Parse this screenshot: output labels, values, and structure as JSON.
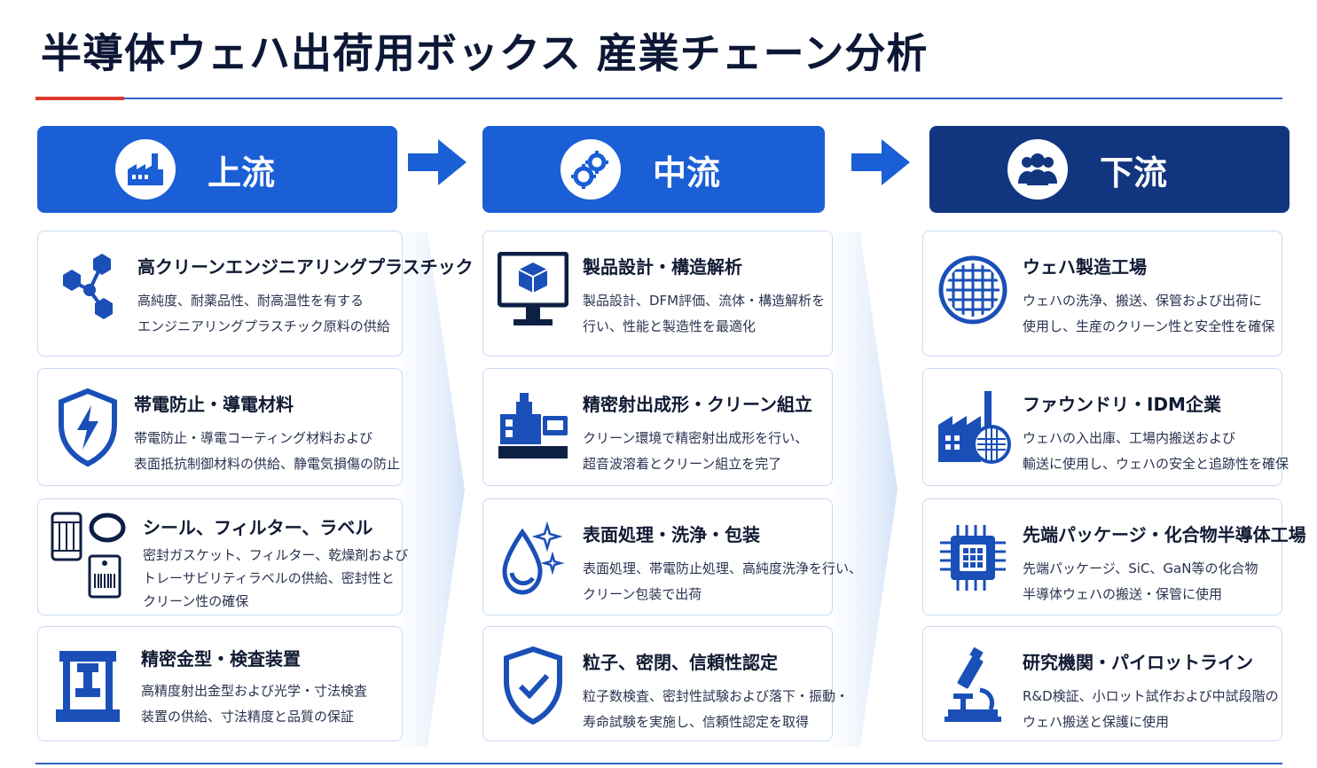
{
  "title": "半導体ウェハ出荷用ボックス 産業チェーン分析",
  "colors": {
    "primary": "#1a5fd6",
    "dark": "#12357f",
    "accent": "#e03a2e",
    "border": "#c8d8f2"
  },
  "columns": [
    {
      "label": "上流",
      "icon": "factory-icon",
      "cards": [
        {
          "icon": "molecule-icon",
          "title": "高クリーンエンジニアリングプラスチック",
          "lines": [
            "高純度、耐薬品性、耐高温性を有する",
            "エンジニアリングプラスチック原料の供給"
          ]
        },
        {
          "icon": "lightning-shield-icon",
          "title": "帯電防止・導電材料",
          "lines": [
            "帯電防止・導電コーティング材料および",
            "表面抵抗制御材料の供給、静電気損傷の防止"
          ]
        },
        {
          "icon": "seal-filter-label-icon",
          "title": "シール、フィルター、ラベル",
          "lines": [
            "密封ガスケット、フィルター、乾燥剤および",
            "トレーサビリティラベルの供給、密封性と",
            "クリーン性の確保"
          ]
        },
        {
          "icon": "mold-press-icon",
          "title": "精密金型・検査装置",
          "lines": [
            "高精度射出金型および光学・寸法検査",
            "装置の供給、寸法精度と品質の保証"
          ]
        }
      ]
    },
    {
      "label": "中流",
      "icon": "gears-icon",
      "cards": [
        {
          "icon": "monitor-cube-icon",
          "title": "製品設計・構造解析",
          "lines": [
            "製品設計、DFM評価、流体・構造解析を",
            "行い、性能と製造性を最適化"
          ]
        },
        {
          "icon": "injection-machine-icon",
          "title": "精密射出成形・クリーン組立",
          "lines": [
            "クリーン環境で精密射出成形を行い、",
            "超音波溶着とクリーン組立を完了"
          ]
        },
        {
          "icon": "water-drop-sparkle-icon",
          "title": "表面処理・洗浄・包装",
          "lines": [
            "表面処理、帯電防止処理、高純度洗浄を行い、",
            "クリーン包装で出荷"
          ]
        },
        {
          "icon": "check-shield-icon",
          "title": "粒子、密閉、信頼性認定",
          "lines": [
            "粒子数検査、密封性試験および落下・振動・",
            "寿命試験を実施し、信頼性認定を取得"
          ]
        }
      ]
    },
    {
      "label": "下流",
      "icon": "people-icon",
      "cards": [
        {
          "icon": "wafer-icon",
          "title": "ウェハ製造工場",
          "lines": [
            "ウェハの洗浄、搬送、保管および出荷に",
            "使用し、生産のクリーン性と安全性を確保"
          ]
        },
        {
          "icon": "factory-wafer-icon",
          "title": "ファウンドリ・IDM企業",
          "lines": [
            "ウェハの入出庫、工場内搬送および",
            "輸送に使用し、ウェハの安全と追跡性を確保"
          ]
        },
        {
          "icon": "chip-icon",
          "title": "先端パッケージ・化合物半導体工場",
          "lines": [
            "先端パッケージ、SiC、GaN等の化合物",
            "半導体ウェハの搬送・保管に使用"
          ]
        },
        {
          "icon": "microscope-icon",
          "title": "研究機関・パイロットライン",
          "lines": [
            "R&D検証、小ロット試作および中試段階の",
            "ウェハ搬送と保護に使用"
          ]
        }
      ]
    }
  ]
}
